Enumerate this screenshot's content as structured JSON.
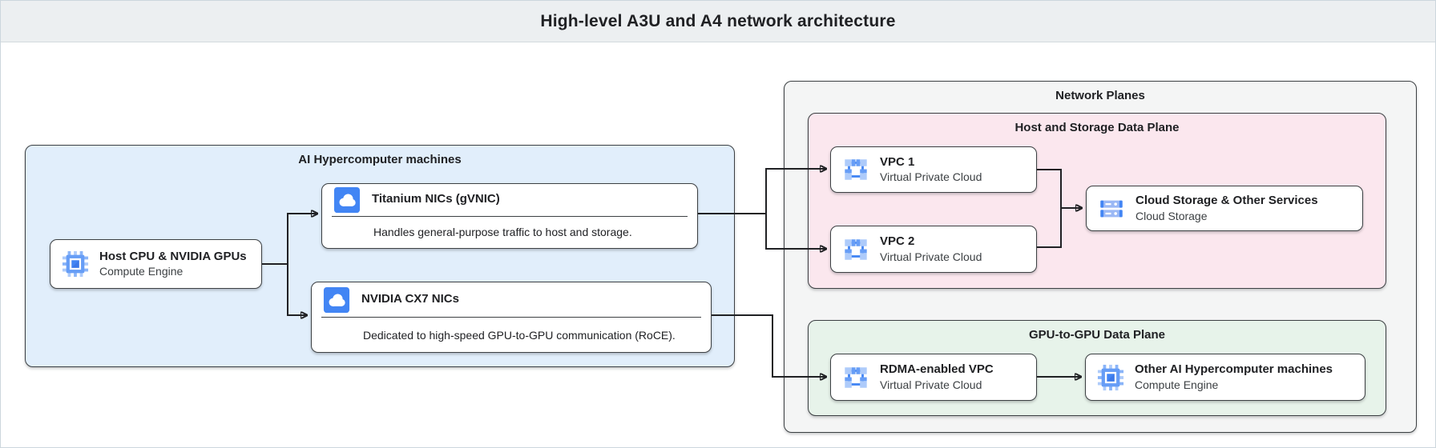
{
  "header": {
    "title": "High-level A3U and A4 network architecture"
  },
  "diagram": {
    "ai_machines": {
      "label": "AI Hypercomputer machines",
      "host": {
        "title": "Host CPU & NVIDIA GPUs",
        "subtitle": "Compute Engine",
        "icon": "compute-engine-icon"
      },
      "titanium": {
        "title": "Titanium NICs (gVNIC)",
        "description": "Handles general-purpose traffic to host and storage.",
        "icon": "cloud-nic-icon"
      },
      "cx7": {
        "title": "NVIDIA CX7 NICs",
        "description": "Dedicated to high-speed GPU-to-GPU communication (RoCE).",
        "icon": "cloud-nic-icon"
      }
    },
    "network_planes": {
      "label": "Network Planes",
      "host_storage_plane": {
        "label": "Host and Storage Data Plane",
        "vpc1": {
          "title": "VPC 1",
          "subtitle": "Virtual Private Cloud",
          "icon": "vpc-icon"
        },
        "vpc2": {
          "title": "VPC 2",
          "subtitle": "Virtual Private Cloud",
          "icon": "vpc-icon"
        },
        "storage": {
          "title": "Cloud Storage & Other Services",
          "subtitle": "Cloud Storage",
          "icon": "cloud-storage-icon"
        }
      },
      "gpu_plane": {
        "label": "GPU-to-GPU Data Plane",
        "rdma": {
          "title": "RDMA-enabled VPC",
          "subtitle": "Virtual Private Cloud",
          "icon": "vpc-icon"
        },
        "other": {
          "title": "Other AI Hypercomputer machines",
          "subtitle": "Compute Engine",
          "icon": "compute-engine-icon"
        }
      }
    },
    "connections": [
      {
        "from": "host-cpu-gpus",
        "to": "titanium-nics"
      },
      {
        "from": "host-cpu-gpus",
        "to": "nvidia-cx7-nics"
      },
      {
        "from": "titanium-nics",
        "to": "vpc-1"
      },
      {
        "from": "titanium-nics",
        "to": "vpc-2"
      },
      {
        "from": "vpc-1",
        "to": "cloud-storage-other-services"
      },
      {
        "from": "vpc-2",
        "to": "cloud-storage-other-services"
      },
      {
        "from": "nvidia-cx7-nics",
        "to": "rdma-enabled-vpc"
      },
      {
        "from": "rdma-enabled-vpc",
        "to": "other-ai-hypercomputer-machines"
      }
    ]
  },
  "colors": {
    "accent_blue": "#4285f4",
    "icon_light_blue": "#aecbfa",
    "machines_container_blue": "#e1eefb",
    "host_storage_plane_pink": "#fbe7ee",
    "gpu_plane_green": "#e7f3ea",
    "network_planes_gray": "#f4f5f5",
    "header_bg": "#eceff1",
    "box_border": "#3c4043",
    "connector": "#202124"
  }
}
